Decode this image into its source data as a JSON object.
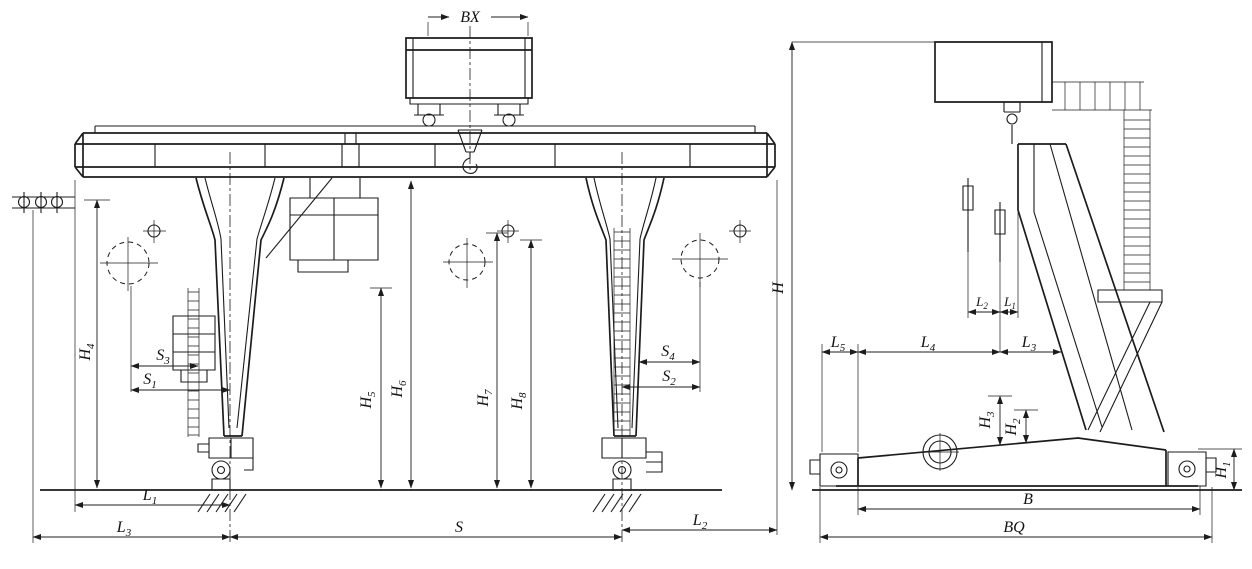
{
  "colors": {
    "line": "#1c1c1c",
    "background": "#ffffff"
  },
  "front": {
    "bx": {
      "base": "BX",
      "sub": ""
    },
    "h4": {
      "base": "H",
      "sub": "4"
    },
    "s3": {
      "base": "S",
      "sub": "3"
    },
    "s1": {
      "base": "S",
      "sub": "1"
    },
    "s4": {
      "base": "S",
      "sub": "4"
    },
    "s2": {
      "base": "S",
      "sub": "2"
    },
    "h5": {
      "base": "H",
      "sub": "5"
    },
    "h6": {
      "base": "H",
      "sub": "6"
    },
    "h7": {
      "base": "H",
      "sub": "7"
    },
    "h8": {
      "base": "H",
      "sub": "8"
    },
    "l1": {
      "base": "L",
      "sub": "1"
    },
    "l3": {
      "base": "L",
      "sub": "3"
    },
    "s": {
      "base": "S",
      "sub": ""
    },
    "l2": {
      "base": "L",
      "sub": "2"
    }
  },
  "side": {
    "h": {
      "base": "H",
      "sub": ""
    },
    "l2": {
      "base": "L",
      "sub": "2"
    },
    "l1": {
      "base": "L",
      "sub": "1"
    },
    "l5": {
      "base": "L",
      "sub": "5"
    },
    "l4": {
      "base": "L",
      "sub": "4"
    },
    "l3": {
      "base": "L",
      "sub": "3"
    },
    "h3": {
      "base": "H",
      "sub": "3"
    },
    "h2": {
      "base": "H",
      "sub": "2"
    },
    "h1": {
      "base": "H",
      "sub": "1"
    },
    "b": {
      "base": "B",
      "sub": ""
    },
    "bq": {
      "base": "BQ",
      "sub": ""
    }
  }
}
